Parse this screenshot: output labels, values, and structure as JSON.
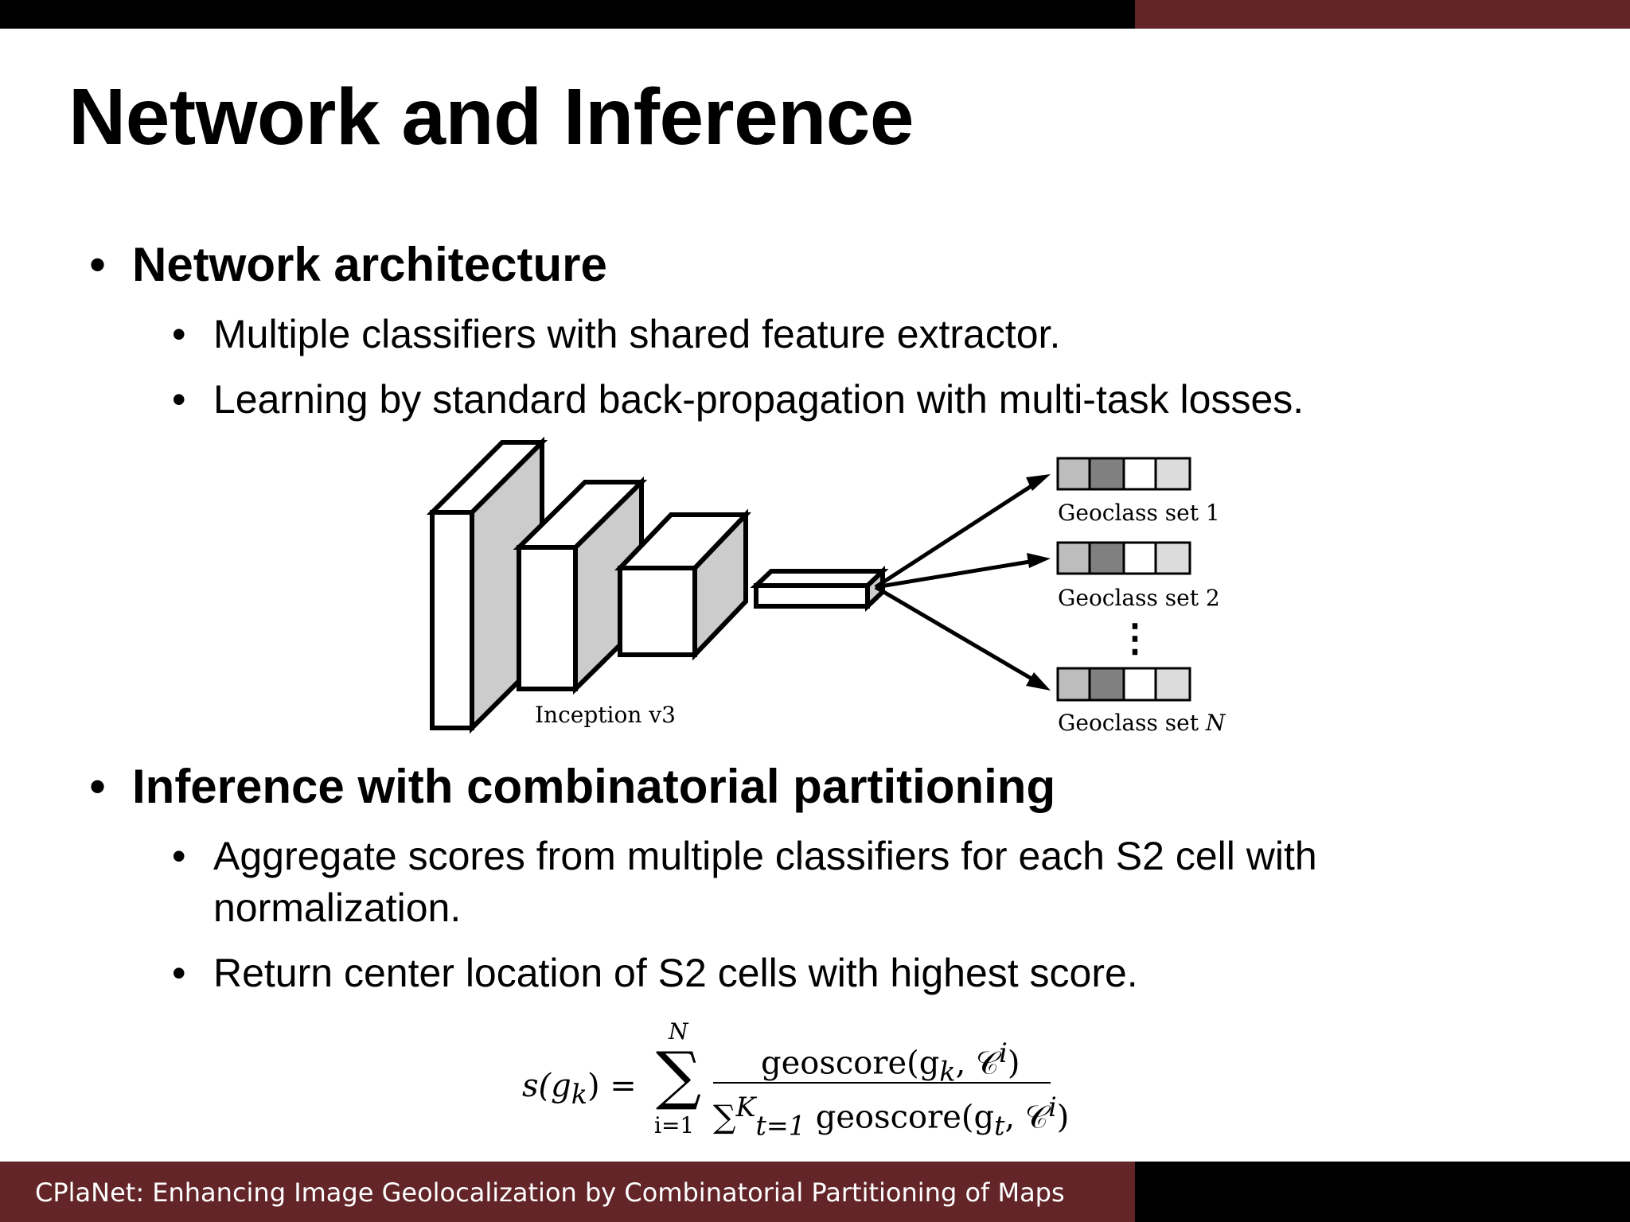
{
  "slide": {
    "title": "Network and Inference"
  },
  "sections": [
    {
      "heading": "Network architecture",
      "items": [
        "Multiple classifiers with shared feature extractor.",
        "Learning by standard back-propagation with multi-task losses."
      ]
    },
    {
      "heading": "Inference with combinatorial partitioning",
      "items": [
        "Aggregate scores from multiple classifiers for each S2 cell with normalization.",
        "Return center location of S2 cells with highest score."
      ]
    }
  ],
  "diagram": {
    "network_label": "Inception v3",
    "outputs": [
      {
        "label": "Geoclass set 1",
        "suffix": ""
      },
      {
        "label": "Geoclass set ",
        "suffix": "N"
      },
      {
        "label": "Geoclass set 2",
        "suffix": ""
      }
    ],
    "ellipsis": "⋮",
    "colors": {
      "box_face": "#ffffff",
      "box_side": "#cccccc",
      "cells": [
        "#bdbdbd",
        "#808080",
        "#ffffff",
        "#dcdcdc"
      ]
    }
  },
  "equation": {
    "lhs": "s(g",
    "lhs_sub": "k",
    "lhs_end": ") =",
    "sum_symbol": "∑",
    "sum_upper": "N",
    "sum_lower": "i=1",
    "numerator": "geoscore(g",
    "numerator_sub": "k",
    "numerator_end": ", 𝒞",
    "numerator_sup": "i",
    "numerator_close": ")",
    "den_sum": "∑",
    "den_upper": "K",
    "den_lower": "t=1",
    "denominator": " geoscore(g",
    "denominator_sub": "t",
    "denominator_end": ", 𝒞",
    "denominator_sup": "i",
    "denominator_close": ")"
  },
  "footer": {
    "text": "CPlaNet: Enhancing Image Geolocalization by Combinatorial Partitioning of Maps"
  },
  "theme": {
    "accent_red": "#632528",
    "bar_black": "#000000"
  }
}
